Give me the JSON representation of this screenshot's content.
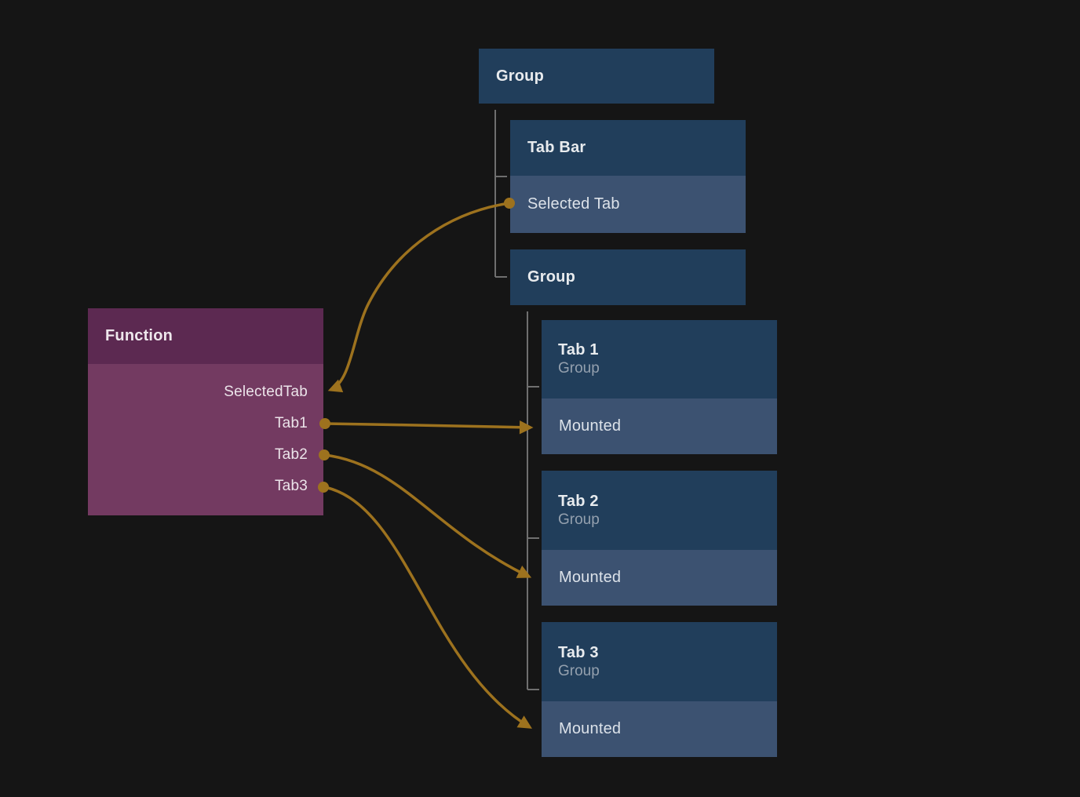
{
  "canvas": {
    "background": "#151515"
  },
  "colors": {
    "node_blue": "#213e5b",
    "property_row_blue": "#3c5271",
    "function_header_purple": "#5c2951",
    "function_body_plum": "#733a61",
    "wire_gold": "#9d721e",
    "tree_guide_gray": "#6f6f6f",
    "title_text": "#e8ebee",
    "subtitle_text": "#94a0ae",
    "port_text": "#ece4ea"
  },
  "tree": {
    "root_group": {
      "title": "Group"
    },
    "tab_bar": {
      "title": "Tab Bar",
      "property": "Selected Tab"
    },
    "inner_group": {
      "title": "Group"
    },
    "tabs": [
      {
        "title": "Tab 1",
        "subtitle": "Group",
        "property": "Mounted"
      },
      {
        "title": "Tab 2",
        "subtitle": "Group",
        "property": "Mounted"
      },
      {
        "title": "Tab 3",
        "subtitle": "Group",
        "property": "Mounted"
      }
    ]
  },
  "function_node": {
    "title": "Function",
    "ports": [
      {
        "label": "SelectedTab",
        "direction": "input"
      },
      {
        "label": "Tab1",
        "direction": "output"
      },
      {
        "label": "Tab2",
        "direction": "output"
      },
      {
        "label": "Tab3",
        "direction": "output"
      }
    ]
  },
  "connections": [
    {
      "source": "Tab Bar / Selected Tab",
      "target": "Function / SelectedTab"
    },
    {
      "source": "Function / Tab1",
      "target": "Tab 1 / Mounted"
    },
    {
      "source": "Function / Tab2",
      "target": "Tab 2 / Mounted"
    },
    {
      "source": "Function / Tab3",
      "target": "Tab 3 / Mounted"
    }
  ]
}
